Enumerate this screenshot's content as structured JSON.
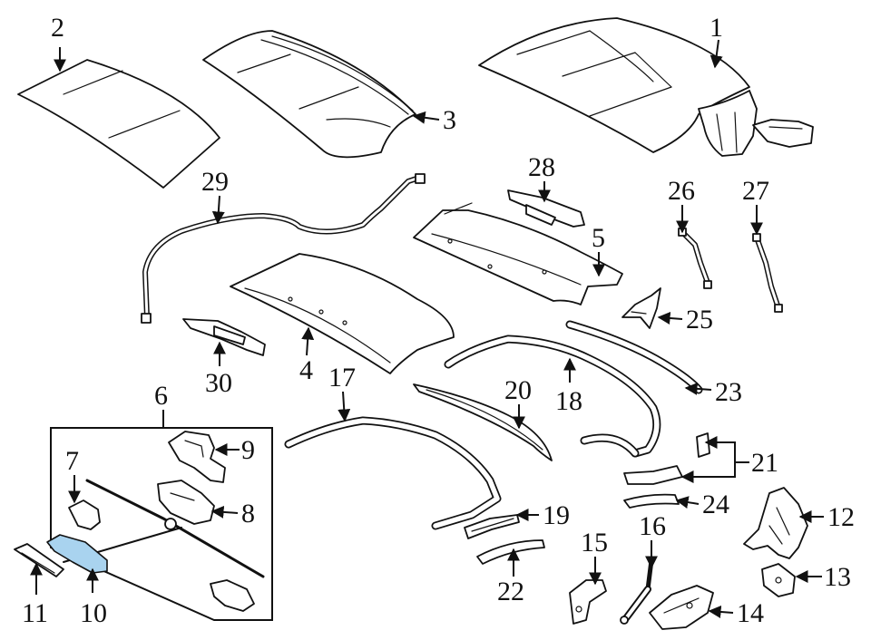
{
  "diagram": {
    "callouts": [
      {
        "id": "2",
        "label": "2"
      },
      {
        "id": "3",
        "label": "3"
      },
      {
        "id": "1",
        "label": "1"
      },
      {
        "id": "29",
        "label": "29"
      },
      {
        "id": "28",
        "label": "28"
      },
      {
        "id": "26",
        "label": "26"
      },
      {
        "id": "27",
        "label": "27"
      },
      {
        "id": "5",
        "label": "5"
      },
      {
        "id": "25",
        "label": "25"
      },
      {
        "id": "30",
        "label": "30"
      },
      {
        "id": "4",
        "label": "4"
      },
      {
        "id": "17",
        "label": "17"
      },
      {
        "id": "20",
        "label": "20"
      },
      {
        "id": "18",
        "label": "18"
      },
      {
        "id": "23",
        "label": "23"
      },
      {
        "id": "6",
        "label": "6"
      },
      {
        "id": "9",
        "label": "9"
      },
      {
        "id": "7",
        "label": "7"
      },
      {
        "id": "8",
        "label": "8"
      },
      {
        "id": "21",
        "label": "21"
      },
      {
        "id": "24",
        "label": "24"
      },
      {
        "id": "12",
        "label": "12"
      },
      {
        "id": "19",
        "label": "19"
      },
      {
        "id": "15",
        "label": "15"
      },
      {
        "id": "16",
        "label": "16"
      },
      {
        "id": "13",
        "label": "13"
      },
      {
        "id": "22",
        "label": "22"
      },
      {
        "id": "14",
        "label": "14"
      },
      {
        "id": "11",
        "label": "11"
      },
      {
        "id": "10",
        "label": "10"
      }
    ],
    "highlighted_part": "10",
    "highlight_color": "#a9d3ef",
    "line_color": "#111111"
  }
}
